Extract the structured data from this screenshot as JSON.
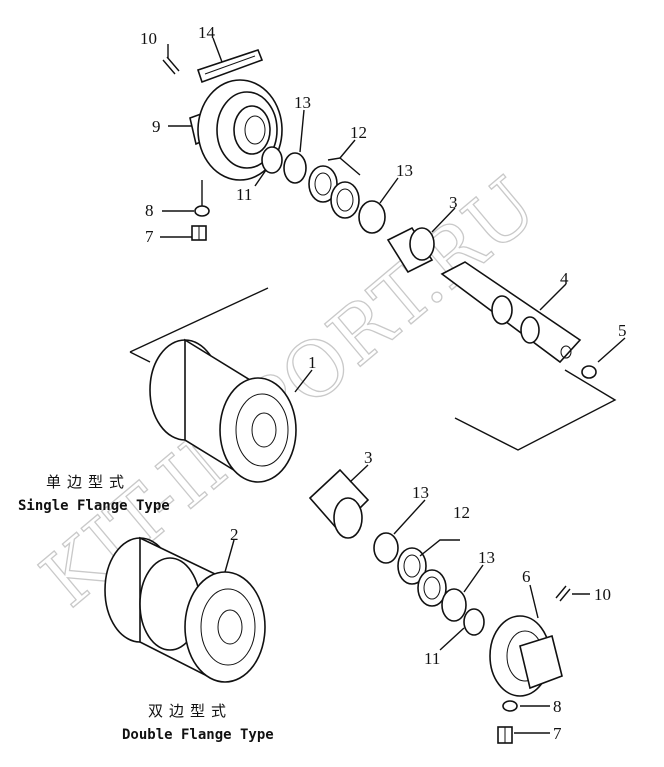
{
  "labels": {
    "p1": "1",
    "p2": "2",
    "p3a": "3",
    "p3b": "3",
    "p4": "4",
    "p5": "5",
    "p6": "6",
    "p7a": "7",
    "p7b": "7",
    "p8a": "8",
    "p8b": "8",
    "p9": "9",
    "p10a": "10",
    "p10b": "10",
    "p11a": "11",
    "p11b": "11",
    "p12a": "12",
    "p12b": "12",
    "p13a": "13",
    "p13b": "13",
    "p13c": "13",
    "p13d": "13",
    "p14": "14"
  },
  "captions": {
    "single_cn": "单边型式",
    "single_en": "Single Flange Type",
    "double_cn": "双边型式",
    "double_en": "Double Flange Type"
  },
  "watermark": "KIT-IMPORT.RU"
}
